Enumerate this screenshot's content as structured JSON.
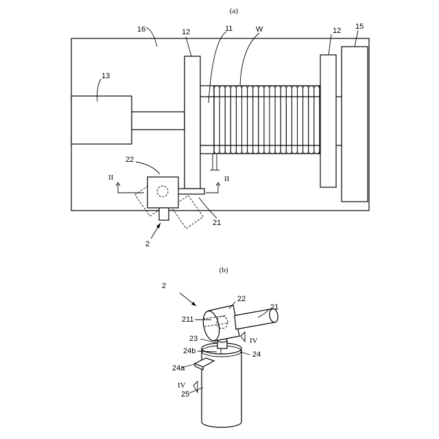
{
  "figure_a": {
    "caption": "(a)",
    "labels": {
      "housing": "16",
      "motor": "13",
      "flange_left": "12",
      "drum": "11",
      "wire": "W",
      "flange_right": "12",
      "side_block": "15",
      "device": "22",
      "arm": "21",
      "sensor_unit": "2",
      "section_left": "II",
      "section_right": "II"
    }
  },
  "figure_b": {
    "caption": "(b)",
    "labels": {
      "unit": "2",
      "head": "22",
      "arm": "21",
      "inner_shaft": "211",
      "neck": "23",
      "section_upper": "IV",
      "collar_detail": "24b",
      "collar": "24",
      "tab": "24a",
      "section_lower": "IV",
      "body": "25"
    }
  }
}
